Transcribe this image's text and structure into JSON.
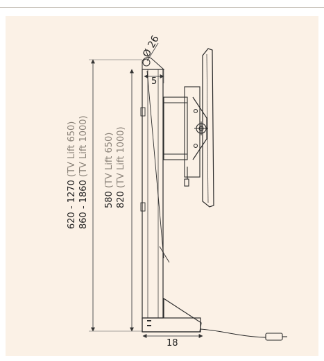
{
  "dimensions": {
    "diameter_label": "Ø 26",
    "offset_label": "5",
    "base_width_label": "18",
    "total_height": [
      {
        "range": "620 - 1270",
        "note": "(TV Lift 650)"
      },
      {
        "range": "860 - 1860",
        "note": "(TV Lift 1000)"
      }
    ],
    "lift_stroke": [
      {
        "value": "580",
        "note": "(TV Lift 650)"
      },
      {
        "value": "820",
        "note": "(TV Lift 1000)"
      }
    ]
  },
  "colors": {
    "background": "#fbf1e6",
    "line": "#2a2a2a",
    "dimension_line": "#555555"
  }
}
